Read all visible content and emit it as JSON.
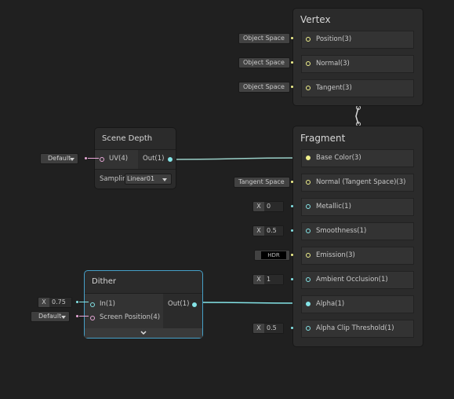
{
  "colors": {
    "background": "#202020",
    "float_port": "#84e4e7",
    "vector3_port": "#f0f08c",
    "vector4_port": "#e9a8d8",
    "selection": "#46a0c8"
  },
  "vertex": {
    "title": "Vertex",
    "slots": [
      {
        "label": "Position(3)",
        "input": "Object Space"
      },
      {
        "label": "Normal(3)",
        "input": "Object Space"
      },
      {
        "label": "Tangent(3)",
        "input": "Object Space"
      }
    ]
  },
  "fragment": {
    "title": "Fragment",
    "slots": [
      {
        "label": "Base Color(3)"
      },
      {
        "label": "Normal (Tangent Space)(3)",
        "input": "Tangent Space"
      },
      {
        "label": "Metallic(1)",
        "input_axis": "X",
        "input_value": "0"
      },
      {
        "label": "Smoothness(1)",
        "input_axis": "X",
        "input_value": "0.5"
      },
      {
        "label": "Emission(3)",
        "input_badge": "HDR"
      },
      {
        "label": "Ambient Occlusion(1)",
        "input_axis": "X",
        "input_value": "1"
      },
      {
        "label": "Alpha(1)"
      },
      {
        "label": "Alpha Clip Threshold(1)",
        "input_axis": "X",
        "input_value": "0.5"
      }
    ]
  },
  "scene_depth": {
    "title": "Scene Depth",
    "input_label": "UV(4)",
    "input_value": "Default",
    "output_label": "Out(1)",
    "sampling_label": "Samplin",
    "sampling_value": "Linear01"
  },
  "dither": {
    "title": "Dither",
    "inputs": [
      {
        "label": "In(1)",
        "axis": "X",
        "value": "0.75"
      },
      {
        "label": "Screen Position(4)",
        "value": "Default"
      }
    ],
    "output_label": "Out(1)",
    "collapse_icon": "chevron-down-icon"
  }
}
